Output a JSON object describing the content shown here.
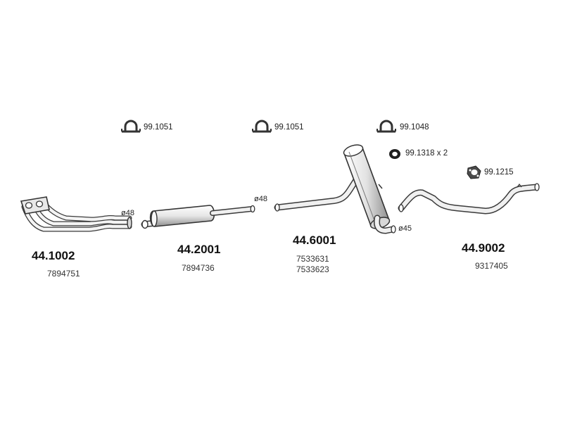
{
  "accessories": [
    {
      "code": "99.1051",
      "icon": "clamp-icon"
    },
    {
      "code": "99.1051",
      "icon": "clamp-icon"
    },
    {
      "code": "99.1048",
      "icon": "clamp-icon"
    },
    {
      "code": "99.1318 x 2",
      "icon": "rubber-ring-icon"
    },
    {
      "code": "99.1215",
      "icon": "gasket-flange-icon"
    }
  ],
  "diameters": [
    "ø48",
    "ø48",
    "ø45"
  ],
  "parts": [
    {
      "part_no": "44.1002",
      "refs": [
        "7894751"
      ],
      "name": "manifold-downpipe"
    },
    {
      "part_no": "44.2001",
      "refs": [
        "7894736"
      ],
      "name": "front-silencer"
    },
    {
      "part_no": "44.6001",
      "refs": [
        "7533631",
        "7533623"
      ],
      "name": "middle-silencer"
    },
    {
      "part_no": "44.9002",
      "refs": [
        "9317405"
      ],
      "name": "tail-pipe"
    }
  ],
  "colors": {
    "stroke": "#3a3a3a",
    "fill_light": "#f2f2f2",
    "fill_shade": "#b8b8b8"
  }
}
